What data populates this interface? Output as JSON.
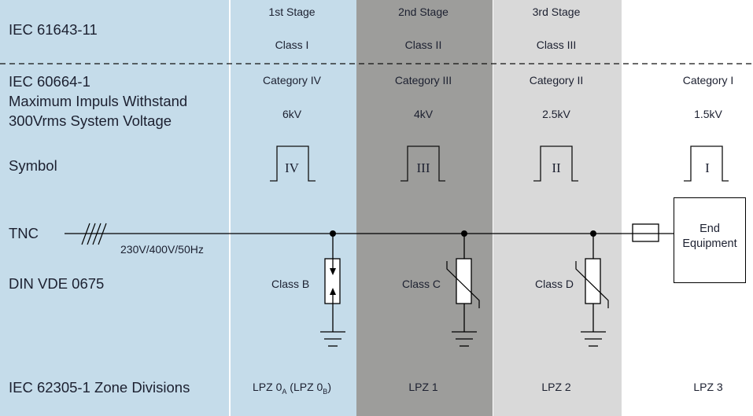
{
  "row_labels": {
    "iec61643": "IEC 61643-11",
    "iec60664_line1": "IEC 60664-1",
    "iec60664_line2": "Maximum Impuls Withstand",
    "iec60664_line3": "300Vrms System Voltage",
    "symbol": "Symbol",
    "tnc": "TNC",
    "din_vde": "DIN VDE 0675",
    "iec62305": "IEC 62305-1 Zone Divisions"
  },
  "supply_label": "230V/400V/50Hz",
  "columns": [
    {
      "stage": "1st Stage",
      "class": "Class I",
      "category": "Category IV",
      "voltage": "6kV",
      "symbol": "IV",
      "device_class": "Class B",
      "device_type": "spark-gap",
      "zone_main": "LPZ 0",
      "zone_sub": "A",
      "zone_alt_open": " (LPZ 0",
      "zone_alt_sub": "B",
      "zone_alt_close": ")",
      "color": "#c5dcea"
    },
    {
      "stage": "2nd Stage",
      "class": "Class II",
      "category": "Category III",
      "voltage": "4kV",
      "symbol": "III",
      "device_class": "Class C",
      "device_type": "varistor",
      "zone": "LPZ 1",
      "color": "#9d9d9b"
    },
    {
      "stage": "3rd Stage",
      "class": "Class III",
      "category": "Category II",
      "voltage": "2.5kV",
      "symbol": "II",
      "device_class": "Class D",
      "device_type": "varistor",
      "zone": "LPZ 2",
      "color": "#d9d9d9"
    },
    {
      "category": "Category I",
      "voltage": "1.5kV",
      "symbol": "I",
      "end_equipment_line1": "End",
      "end_equipment_line2": "Equipment",
      "zone": "LPZ 3",
      "color": "#ffffff"
    }
  ]
}
